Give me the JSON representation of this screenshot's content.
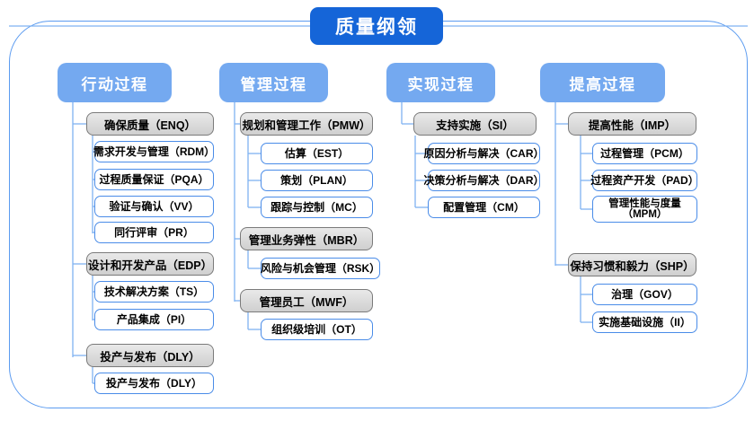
{
  "title": {
    "label": "质量纲领"
  },
  "colors": {
    "title_bg": "#1565d8",
    "header_bg": "#74a9f0",
    "frame_border": "#5b9bf0",
    "connector": "#7fb2f2",
    "level2_border": "#7a7a7a",
    "level3_border": "#4a8ce8",
    "level2_bg": "#dcdcdc",
    "level3_bg": "#ffffff"
  },
  "columns": [
    {
      "header": "行动过程",
      "groups": [
        {
          "label": "确保质量（ENQ）",
          "items": [
            "需求开发与管理（RDM）",
            "过程质量保证（PQA）",
            "验证与确认（VV）",
            "同行评审（PR）"
          ]
        },
        {
          "label": "设计和开发产品（EDP）",
          "items": [
            "技术解决方案（TS）",
            "产品集成（PI）"
          ]
        },
        {
          "label": "投产与发布（DLY）",
          "items": [
            "投产与发布（DLY）"
          ]
        }
      ]
    },
    {
      "header": "管理过程",
      "groups": [
        {
          "label": "规划和管理工作（PMW）",
          "items": [
            "估算（EST）",
            "策划（PLAN）",
            "跟踪与控制（MC）"
          ]
        },
        {
          "label": "管理业务弹性（MBR）",
          "items": [
            "风险与机会管理（RSK）"
          ]
        },
        {
          "label": "管理员工（MWF）",
          "items": [
            "组织级培训（OT）"
          ]
        }
      ]
    },
    {
      "header": "实现过程",
      "groups": [
        {
          "label": "支持实施（SI）",
          "items": [
            "原因分析与解决（CAR）",
            "决策分析与解决（DAR）",
            "配置管理（CM）"
          ]
        }
      ]
    },
    {
      "header": "提高过程",
      "groups": [
        {
          "label": "提高性能（IMP）",
          "items": [
            "过程管理（PCM）",
            "过程资产开发（PAD）",
            "管理性能与度量\n（MPM）"
          ]
        },
        {
          "label": "保持习惯和毅力（SHP）",
          "items": [
            "治理（GOV）",
            "实施基础设施（II）"
          ]
        }
      ]
    }
  ]
}
